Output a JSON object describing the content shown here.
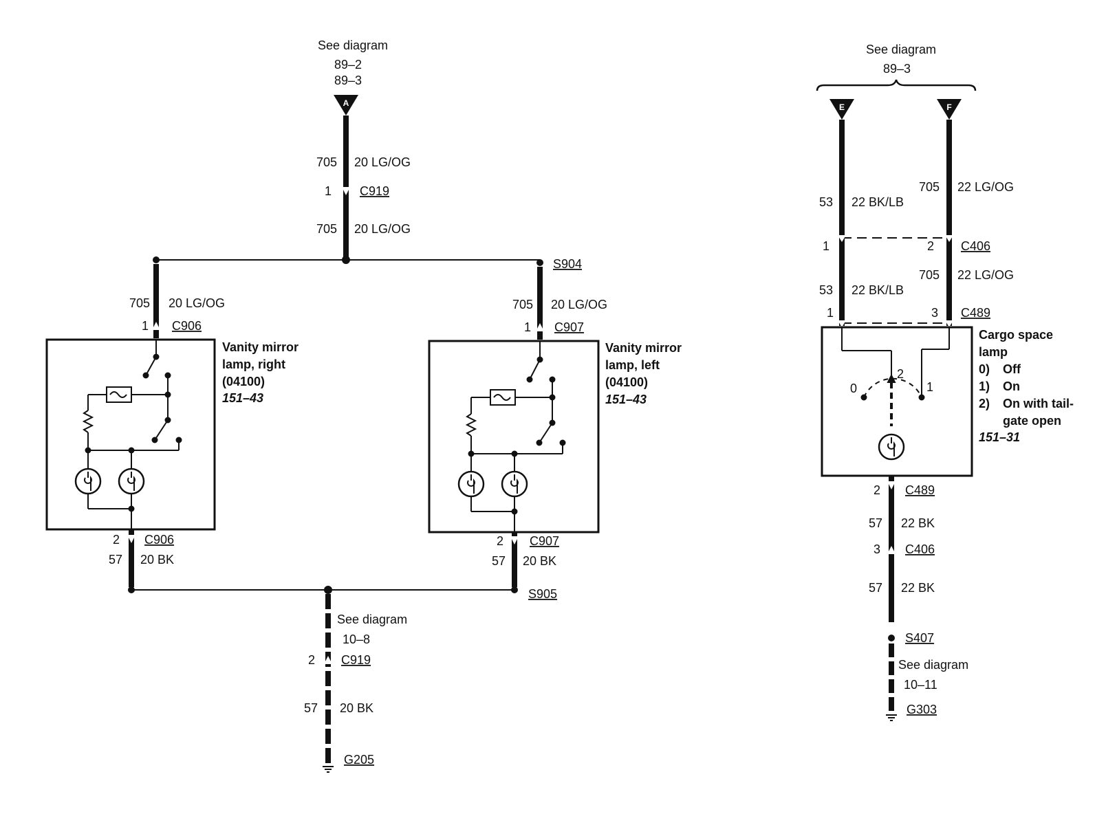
{
  "left": {
    "top_ref": {
      "see": "See diagram",
      "ref1": "89–2",
      "ref2": "89–3",
      "connector": "A"
    },
    "w1": {
      "circuit": "705",
      "wire": "20 LG/OG"
    },
    "c919": {
      "pin": "1",
      "name": "C919"
    },
    "w2": {
      "circuit": "705",
      "wire": "20 LG/OG"
    },
    "s904": "S904",
    "right_lamp": {
      "in_circuit": "705",
      "in_wire": "20 LG/OG",
      "in_pin": "1",
      "in_conn": "C906",
      "title1": "Vanity mirror",
      "title2": "lamp, right",
      "code": "(04100)",
      "ref": "151–43",
      "out_pin": "2",
      "out_conn": "C906",
      "out_circuit": "57",
      "out_wire": "20 BK"
    },
    "left_lamp": {
      "in_circuit": "705",
      "in_wire": "20 LG/OG",
      "in_pin": "1",
      "in_conn": "C907",
      "title1": "Vanity mirror",
      "title2": "lamp, left",
      "code": "(04100)",
      "ref": "151–43",
      "out_pin": "2",
      "out_conn": "C907",
      "out_circuit": "57",
      "out_wire": "20 BK"
    },
    "s905": "S905",
    "bottom": {
      "see": "See diagram",
      "ref": "10–8",
      "pin": "2",
      "conn": "C919",
      "circuit": "57",
      "wire": "20 BK",
      "ground": "G205"
    }
  },
  "right": {
    "top_ref": {
      "see": "See diagram",
      "ref": "89–3",
      "conn_e": "E",
      "conn_f": "F"
    },
    "w_e1": {
      "circuit": "53",
      "wire": "22 BK/LB"
    },
    "w_f1": {
      "circuit": "705",
      "wire": "22 LG/OG"
    },
    "c406": {
      "pin_e": "1",
      "pin_f": "2",
      "name": "C406"
    },
    "w_e2": {
      "circuit": "53",
      "wire": "22 BK/LB"
    },
    "w_f2": {
      "circuit": "705",
      "wire": "22 LG/OG"
    },
    "c489_top": {
      "pin_e": "1",
      "pin_f": "3",
      "name": "C489"
    },
    "lamp": {
      "title1": "Cargo space",
      "title2": "lamp",
      "pos0_num": "0)",
      "pos0": "Off",
      "pos1_num": "1)",
      "pos1": "On",
      "pos2_num": "2)",
      "pos2a": "On with tail-",
      "pos2b": "gate open",
      "ref": "151–31",
      "sw0": "0",
      "sw1": "1",
      "sw2": "2"
    },
    "c489_bot": {
      "pin": "2",
      "name": "C489"
    },
    "w3": {
      "circuit": "57",
      "wire": "22 BK"
    },
    "c406_bot": {
      "pin": "3",
      "name": "C406"
    },
    "w4": {
      "circuit": "57",
      "wire": "22 BK"
    },
    "s407": "S407",
    "bottom": {
      "see": "See diagram",
      "ref": "10–11",
      "ground": "G303"
    }
  }
}
